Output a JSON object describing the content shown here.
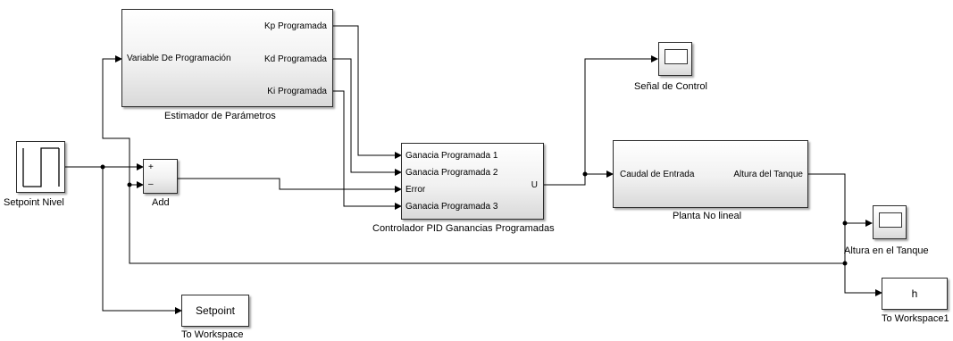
{
  "blocks": {
    "estimator": {
      "caption": "Estimador de Parámetros",
      "input": "Variable De Programación",
      "outputs": [
        "Kp Programada",
        "Kd Programada",
        "Ki Programada"
      ]
    },
    "pid": {
      "caption": "Controlador PID Ganancias Programadas",
      "inputs": [
        "Ganacia Programada 1",
        "Ganacia Programada 2",
        "Error",
        "Ganacia Programada 3"
      ],
      "output": "U"
    },
    "plant": {
      "caption": "Planta No lineal",
      "input": "Caudal de Entrada",
      "output": "Altura del Tanque"
    },
    "setpoint_source": {
      "caption": "Setpoint Nivel"
    },
    "add": {
      "caption": "Add",
      "signs": [
        "+",
        "–"
      ]
    },
    "scope_control": {
      "caption": "Señal de Control"
    },
    "scope_height": {
      "caption": "Altura en el Tanque"
    },
    "to_workspace": {
      "caption": "To Workspace",
      "label": "Setpoint"
    },
    "to_workspace1": {
      "caption": "To Workspace1",
      "label": "h"
    }
  }
}
